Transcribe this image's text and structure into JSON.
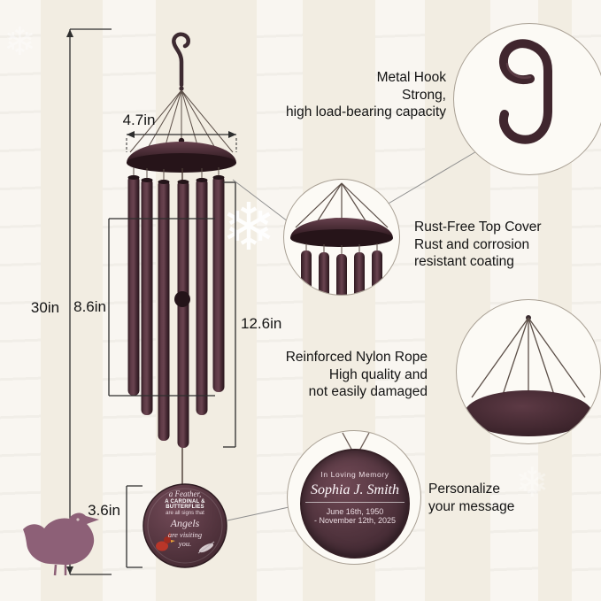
{
  "measurements": {
    "overall_height": "30in",
    "canopy_width": "4.7in",
    "tube_section": "8.6in",
    "longest_tube": "12.6in",
    "sail_diameter": "3.6in"
  },
  "callouts": {
    "hook": {
      "title": "Metal Hook",
      "line1": "Strong,",
      "line2": "high load-bearing capacity"
    },
    "cover": {
      "title": "Rust-Free Top Cover",
      "line1": "Rust and corrosion",
      "line2": "resistant coating"
    },
    "rope": {
      "title": "Reinforced Nylon Rope",
      "line1": "High quality and",
      "line2": "not easily damaged"
    },
    "personalize": {
      "title": "Personalize",
      "line1": "your message"
    }
  },
  "memorial_sail": {
    "line1": "a Feather,",
    "line2": "A CARDINAL & BUTTERFLIES",
    "line3": "are all signs that",
    "line4": "Angels",
    "line5": "are visiting",
    "line6": "you."
  },
  "personalized_sail": {
    "header": "In Loving Memory",
    "name": "Sophia J. Smith",
    "date_from": "June 16th, 1950",
    "date_to": "- November 12th, 2025"
  },
  "colors": {
    "background": "#f2ede2",
    "bronze_dark": "#3f262e",
    "bronze": "#553640",
    "bird": "#8d6077",
    "text": "#131313"
  }
}
